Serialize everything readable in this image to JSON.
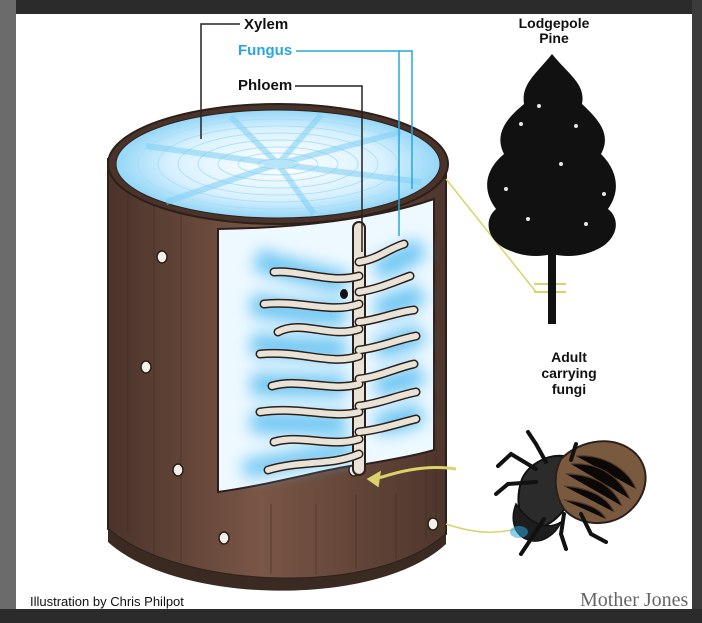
{
  "labels": {
    "xylem": "Xylem",
    "fungus": "Fungus",
    "phloem": "Phloem",
    "tree_line1": "Lodgepole",
    "tree_line2": "Pine",
    "beetle_line1": "Adult",
    "beetle_line2": "carrying",
    "beetle_line3": "fungi"
  },
  "credit": "Illustration by Chris Philpot",
  "brand": "Mother Jones",
  "colors": {
    "bark": "#6b4a3a",
    "bark_dark": "#3a2a22",
    "fungus_blue": "#2aa6dc",
    "wood_light": "#e9e2d6",
    "connector_yellow": "#d9d36a",
    "beetle_shell": "#7a5a3f"
  },
  "icons": {
    "tree": "lodgepole-pine-icon",
    "beetle": "bark-beetle-icon"
  }
}
